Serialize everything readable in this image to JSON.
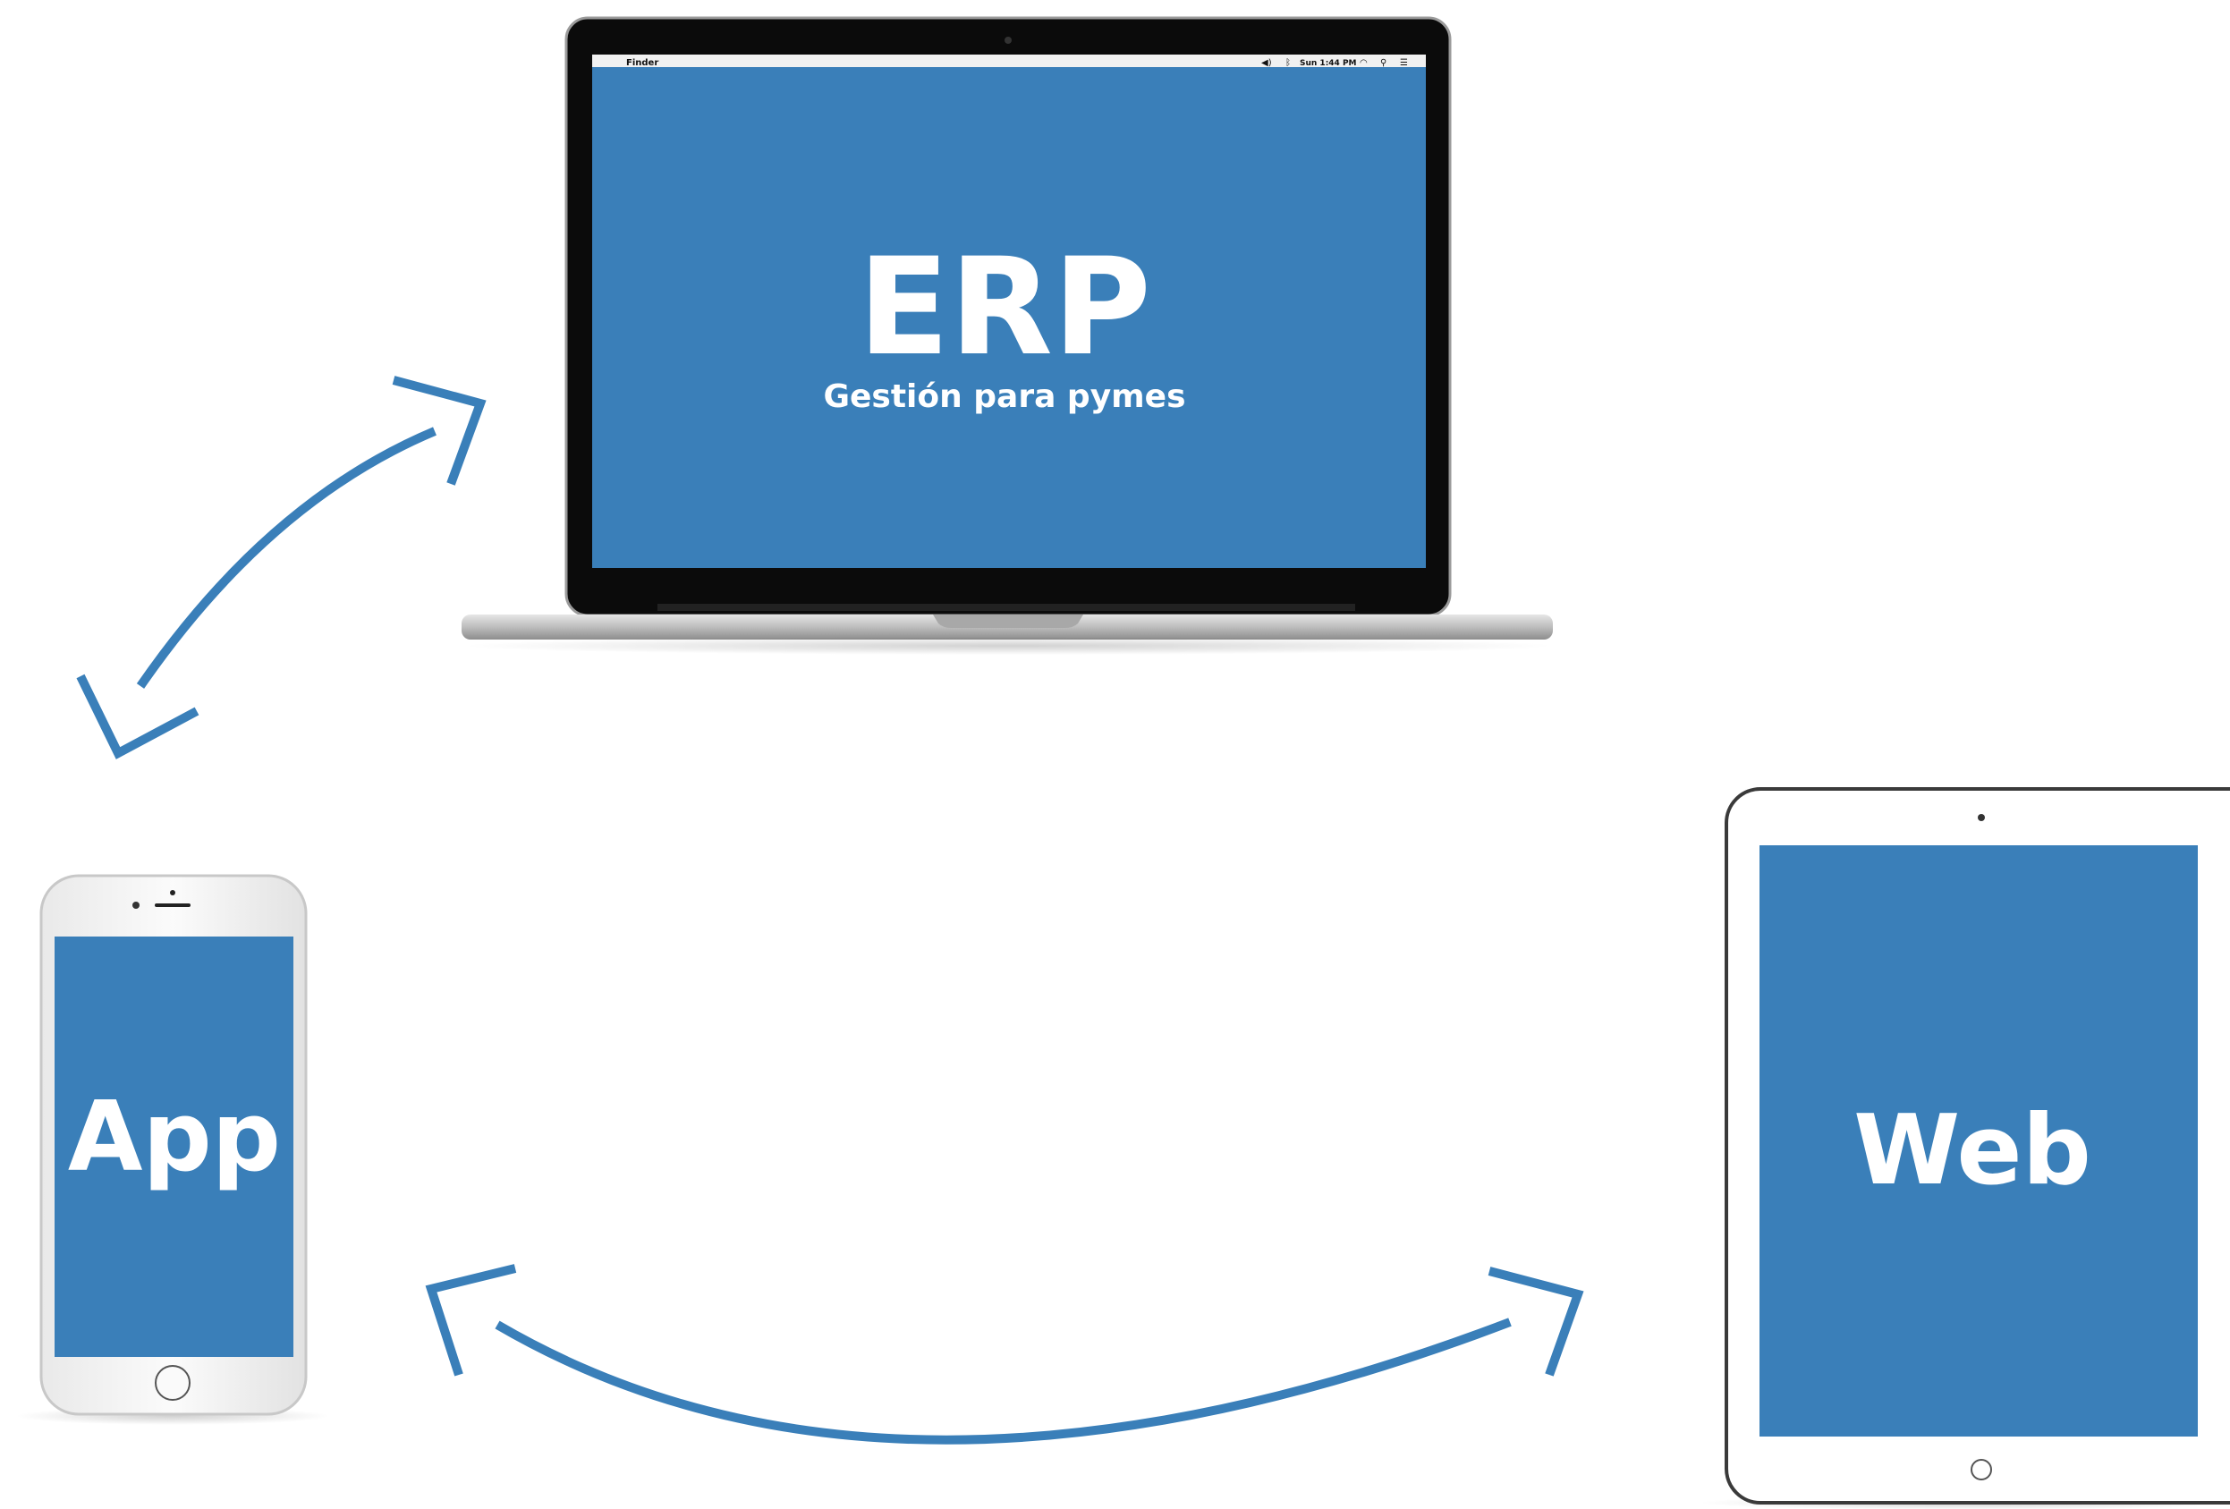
{
  "colors": {
    "accent": "#3a7fb9",
    "screen_text": "#ffffff",
    "bezel": "#0b0b0b",
    "device_frame": "#f4f4f4",
    "laptop_base": "#c9c9c9"
  },
  "laptop": {
    "title": "ERP",
    "subtitle": "Gestión para pymes",
    "menubar": {
      "app_name": "Finder",
      "clock": "Sun 1:44 PM"
    }
  },
  "phone": {
    "label": "App"
  },
  "tablet": {
    "label": "Web"
  },
  "arrows": [
    {
      "name": "arrow-app-erp",
      "direction": "bidirectional"
    },
    {
      "name": "arrow-app-web",
      "direction": "bidirectional"
    }
  ]
}
